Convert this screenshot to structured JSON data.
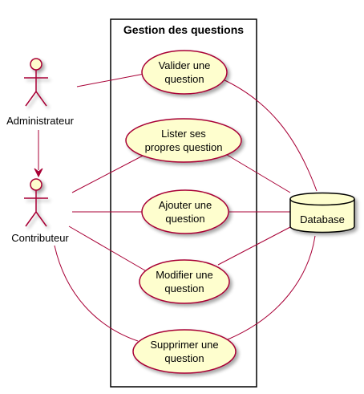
{
  "colors": {
    "line": "#A80036",
    "fill": "#FEFECE",
    "boundary": "#000000",
    "text": "#000000",
    "shadow": "#c8c8c8"
  },
  "system": {
    "title": "Gestion des questions"
  },
  "actors": {
    "admin": {
      "label": "Administrateur"
    },
    "contrib": {
      "label": "Contributeur"
    }
  },
  "database": {
    "label": "Database",
    "icon": "database-icon"
  },
  "use_cases": {
    "valider": {
      "line1": "Valider une",
      "line2": "question"
    },
    "lister": {
      "line1": "Lister ses",
      "line2": "propres question"
    },
    "ajouter": {
      "line1": "Ajouter une",
      "line2": "question"
    },
    "modifier": {
      "line1": "Modifier une",
      "line2": "question"
    },
    "supprimer": {
      "line1": "Supprimer une",
      "line2": "question"
    }
  }
}
